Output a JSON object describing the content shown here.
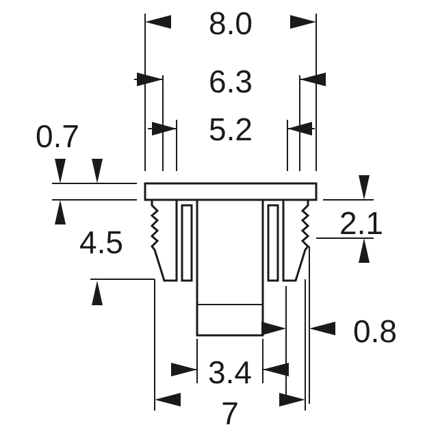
{
  "dimensions": {
    "overall_flange_width": "8.0",
    "flange_inner_width": "6.3",
    "inner_opening_top": "5.2",
    "flange_thickness": "0.7",
    "body_length": "4.5",
    "grip_length": "2.1",
    "tip_offset": "0.8",
    "bottom_opening": "3.4",
    "body_width": "7"
  },
  "colors": {
    "line": "#1a1a1a",
    "background": "#ffffff"
  }
}
